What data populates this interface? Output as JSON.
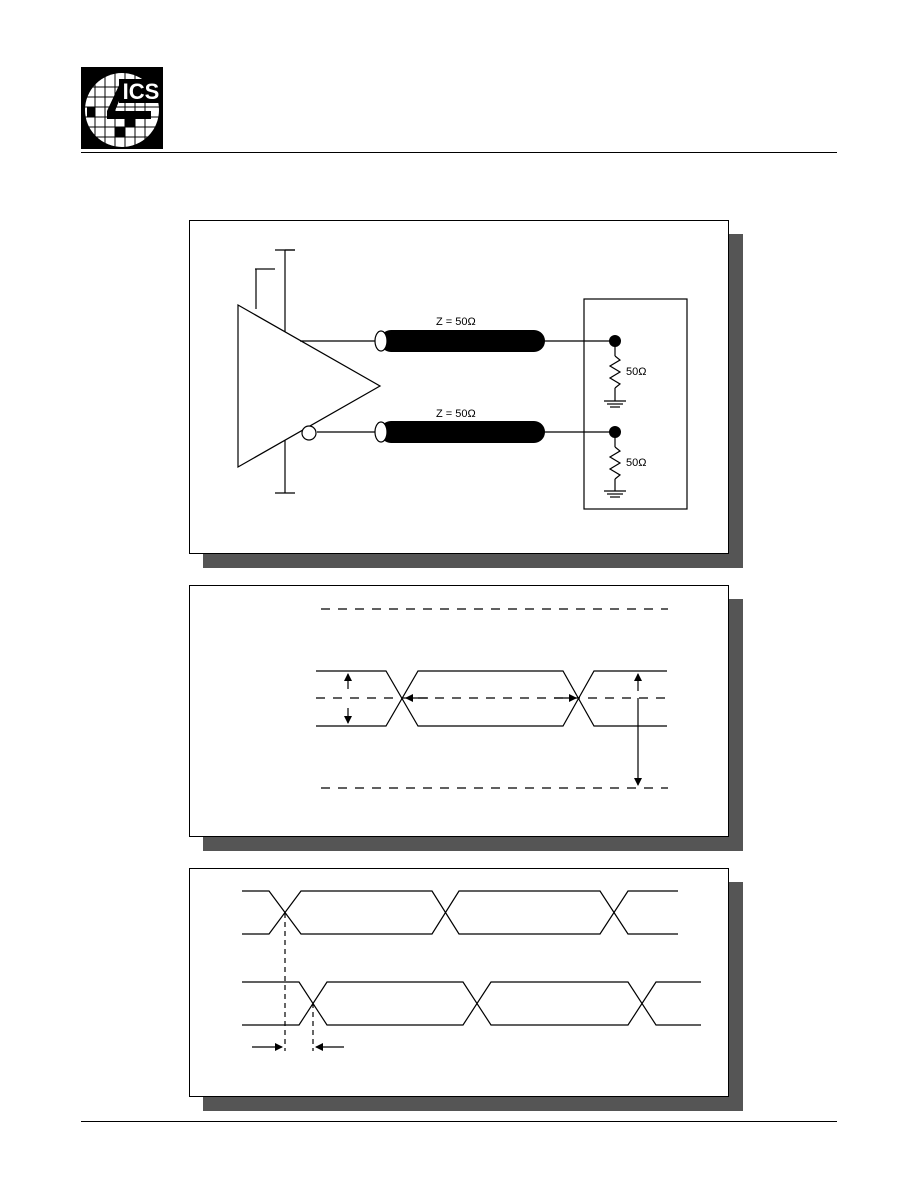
{
  "header": {
    "logo_text": "ICS"
  },
  "circuit": {
    "line_top_label": "Z = 50Ω",
    "line_bottom_label": "Z = 50Ω",
    "resistor_top_label": "50Ω",
    "resistor_bottom_label": "50Ω"
  },
  "colors": {
    "shadow": "#555555",
    "ink": "#000000",
    "background": "#ffffff"
  }
}
